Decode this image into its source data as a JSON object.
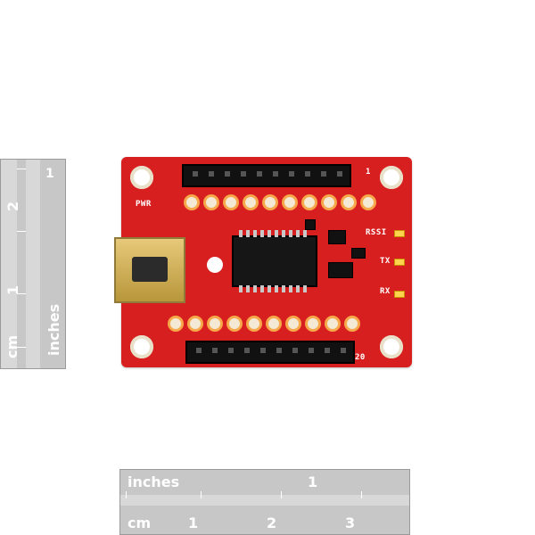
{
  "image": {
    "subject": "red circuit board with USB port and pin headers",
    "rulers": {
      "left": {
        "labels": [
          "1",
          "2",
          "1",
          "cm",
          "inches"
        ]
      },
      "bottom": {
        "labels": [
          "inches",
          "1",
          "cm",
          "1",
          "2",
          "3"
        ]
      }
    },
    "board": {
      "silkscreen": {
        "pwr": "PWR",
        "rssi": "RSSI",
        "tx": "TX",
        "rx": "RX",
        "pin1": "1",
        "pin20": "20"
      }
    }
  }
}
